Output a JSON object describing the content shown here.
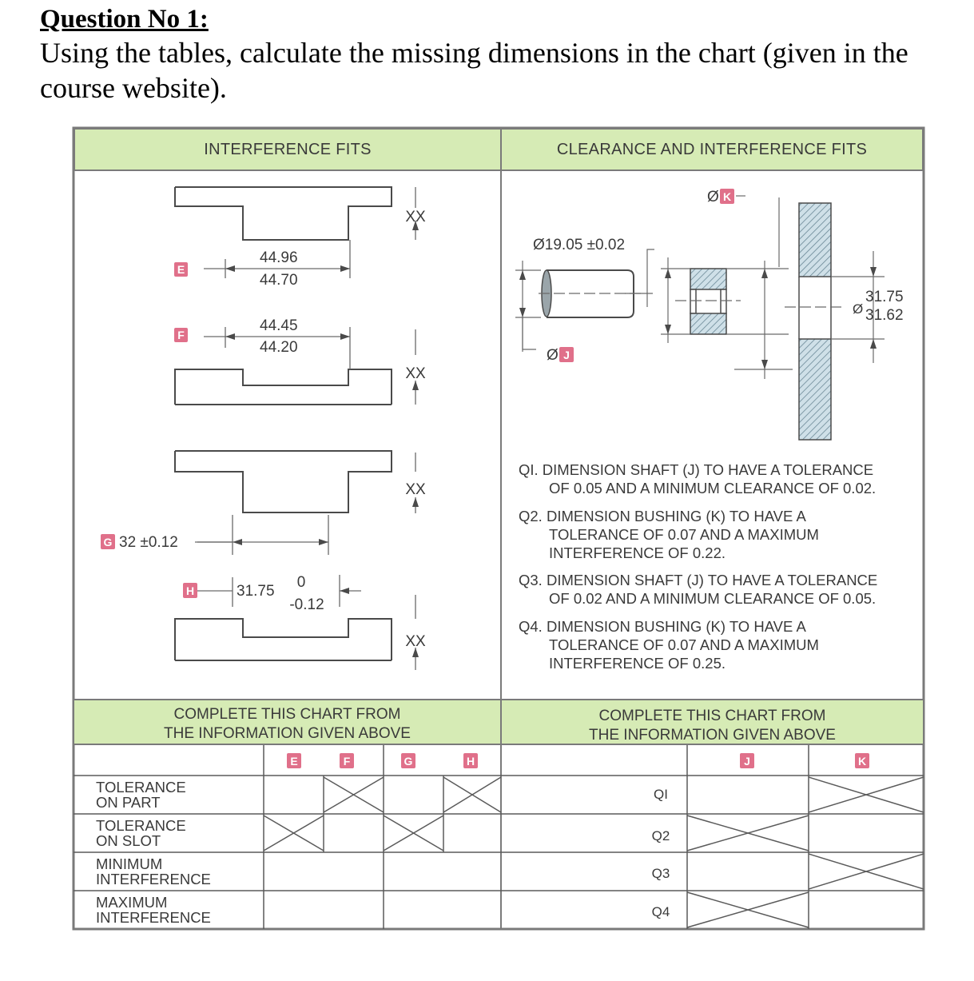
{
  "question": {
    "title": "Question No 1:",
    "text": "Using the tables, calculate the missing dimensions in the chart (given in the course website)."
  },
  "left_panel": {
    "header": "INTERFERENCE FITS",
    "labels": {
      "E": "E",
      "F": "F",
      "G": "G",
      "H": "H",
      "E_upper": "44.96",
      "E_lower": "44.70",
      "F_upper": "44.45",
      "F_lower": "44.20",
      "G_dim": "32 ±0.12",
      "H_basic": "31.75",
      "H_upper": "0",
      "H_lower": "-0.12",
      "xx": "XX"
    },
    "chart_header": [
      "COMPLETE THIS CHART FROM",
      "THE INFORMATION GIVEN ABOVE"
    ],
    "chart_cols": [
      "E",
      "F",
      "G",
      "H"
    ],
    "chart_rows": [
      [
        "TOLERANCE",
        "ON PART"
      ],
      [
        "TOLERANCE",
        "ON SLOT"
      ],
      [
        "MINIMUM",
        "INTERFERENCE"
      ],
      [
        "MAXIMUM",
        "INTERFERENCE"
      ]
    ]
  },
  "right_panel": {
    "header": "CLEARANCE AND INTERFERENCE FITS",
    "labels": {
      "shaft_dim": "Ø19.05 ±0.02",
      "K": "K",
      "J": "J",
      "dia": "Ø",
      "hole_upper": "31.75",
      "hole_lower": "31.62"
    },
    "questions": [
      {
        "lead": "QI. DIMENSION SHAFT (J) TO HAVE A TOLERANCE",
        "cont": "OF 0.05 AND A MINIMUM CLEARANCE OF 0.02."
      },
      {
        "lead": "Q2. DIMENSION BUSHING (K) TO HAVE A",
        "cont": "TOLERANCE OF 0.07 AND A MAXIMUM",
        "cont2": "INTERFERENCE OF 0.22."
      },
      {
        "lead": "Q3. DIMENSION SHAFT (J) TO HAVE A TOLERANCE",
        "cont": "OF 0.02 AND A MINIMUM CLEARANCE OF 0.05."
      },
      {
        "lead": "Q4. DIMENSION BUSHING (K) TO HAVE A",
        "cont": "TOLERANCE OF 0.07 AND A MAXIMUM",
        "cont2": "INTERFERENCE OF 0.25."
      }
    ],
    "chart_header": [
      "COMPLETE THIS CHART FROM",
      "THE INFORMATION GIVEN ABOVE"
    ],
    "chart_cols": [
      "J",
      "K"
    ],
    "chart_rows": [
      "QI",
      "Q2",
      "Q3",
      "Q4"
    ]
  },
  "colors": {
    "header_green": "#d6ebb5",
    "label_pink": "#e0708a",
    "line_gray": "#5a5a5a"
  }
}
